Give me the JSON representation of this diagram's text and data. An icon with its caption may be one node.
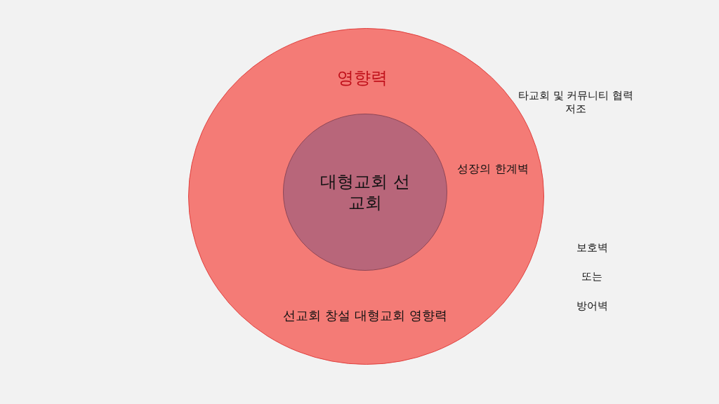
{
  "diagram": {
    "nodes": [
      {
        "text": [
          "영향력",
          "성장의 한계벽",
          "선교회 창설 대형교회 영향력"
        ]
      },
      {
        "text": [
          "대형교회 선교회"
        ],
        "in": 0
      }
    ],
    "labels": [
      "타교회 및 커뮤니티 협력 저조",
      "보호벽",
      "또는",
      "방어벽"
    ]
  }
}
